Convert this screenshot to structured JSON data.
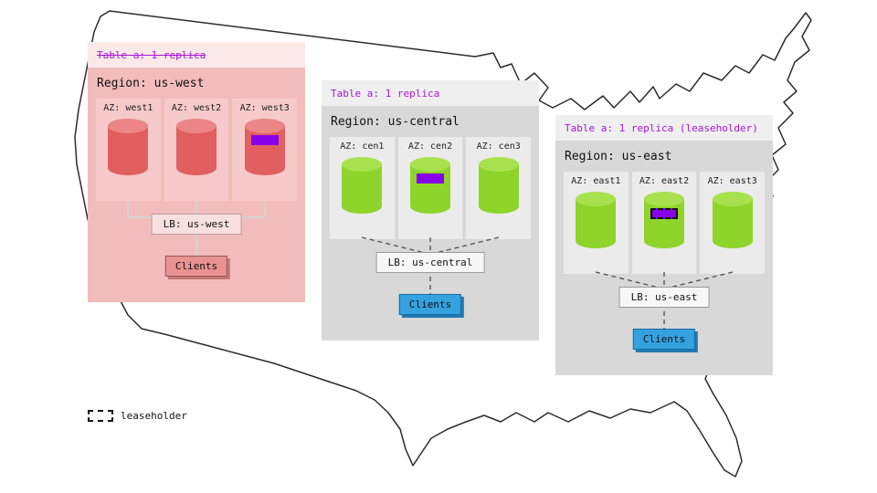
{
  "legend": {
    "label": "leaseholder"
  },
  "colors": {
    "accent_purple": "#a516d6",
    "replica_marker": "#8800e8",
    "west_cylinder_body": "#e25f5f",
    "west_cylinder_top": "#ec8585",
    "green_cylinder_body": "#8ed42a",
    "green_cylinder_top": "#a8e14e",
    "clients_blue": "#35a2e0",
    "clients_west": "#ea9191",
    "west_region_bg": "#f3bcbc",
    "gray_region_bg": "#d8d8d8"
  },
  "regions": [
    {
      "table_label": "Table a: 1 replica",
      "region_label": "Region: us-west",
      "azs": [
        {
          "label": "AZ: west1"
        },
        {
          "label": "AZ: west2"
        },
        {
          "label": "AZ: west3"
        }
      ],
      "lb_label": "LB: us-west",
      "clients_label": "Clients"
    },
    {
      "table_label": "Table a: 1 replica",
      "region_label": "Region: us-central",
      "azs": [
        {
          "label": "AZ: cen1"
        },
        {
          "label": "AZ: cen2"
        },
        {
          "label": "AZ: cen3"
        }
      ],
      "lb_label": "LB: us-central",
      "clients_label": "Clients"
    },
    {
      "table_label": "Table a: 1 replica (leaseholder)",
      "region_label": "Region: us-east",
      "azs": [
        {
          "label": "AZ: east1"
        },
        {
          "label": "AZ: east2"
        },
        {
          "label": "AZ: east3"
        }
      ],
      "lb_label": "LB: us-east",
      "clients_label": "Clients"
    }
  ]
}
